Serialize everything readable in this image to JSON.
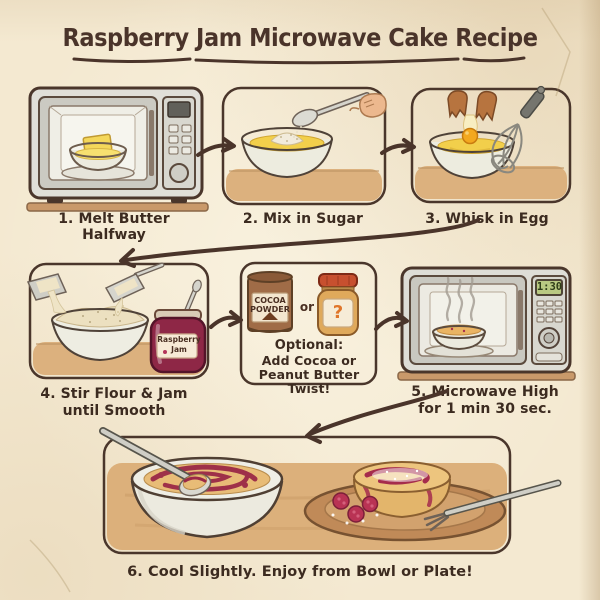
{
  "title": "Raspberry Jam Microwave Cake Recipe",
  "steps": {
    "step1": {
      "label": "1. Melt Butter Halfway"
    },
    "step2": {
      "label": "2. Mix in Sugar"
    },
    "step3": {
      "label": "3. Whisk in Egg"
    },
    "step4": {
      "line1": "4. Stir Flour & Jam",
      "line2": "until Smooth"
    },
    "step5": {
      "line1": "5. Microwave High",
      "line2": "for 1 min 30 sec."
    },
    "step6": {
      "label": "6. Cool Slightly. Enjoy from Bowl or Plate!"
    }
  },
  "optional_box": {
    "heading": "Optional:",
    "line2": "Add Cocoa or",
    "line3": "Peanut Butter Twist!",
    "or_text": "or",
    "cocoa_can": {
      "line1": "COCOA",
      "line2": "POWDER"
    },
    "peanut_jar_mark": "?"
  },
  "jam_jar": {
    "label_line1": "Raspberry",
    "label_line2": "Jam"
  },
  "microwave": {
    "display_time": "1:30"
  },
  "illustrations": {
    "step1": "microwave-with-butter-bowl-inside",
    "step2": "hand-sprinkling-sugar-into-glass-bowl",
    "step3": "cracked-egg-and-whisk-over-bowl",
    "step4": "scoops-pouring-flour-into-bowl-with-jam-jar",
    "optional": "cocoa-powder-can-or-peanut-butter-jar",
    "step5": "microwave-with-steaming-bowl-display-1-30",
    "step6": "swirled-cake-in-bowl-and-cake-on-plate-with-raspberries-and-fork"
  },
  "colors": {
    "paper": "#f4e9d1",
    "ink": "#4a342a",
    "text": "#3c2b20",
    "jam": "#8e2746",
    "butter": "#f2d75c",
    "wood": "#dcb17e",
    "microwave_gray": "#dedдd6",
    "display_green": "#b9c982",
    "raspberry": "#b93354",
    "cake_golden": "#e5bb72",
    "peanut_lid": "#c7502f",
    "peanut_body": "#dfa95b",
    "cocoa_can": "#a06c47"
  }
}
